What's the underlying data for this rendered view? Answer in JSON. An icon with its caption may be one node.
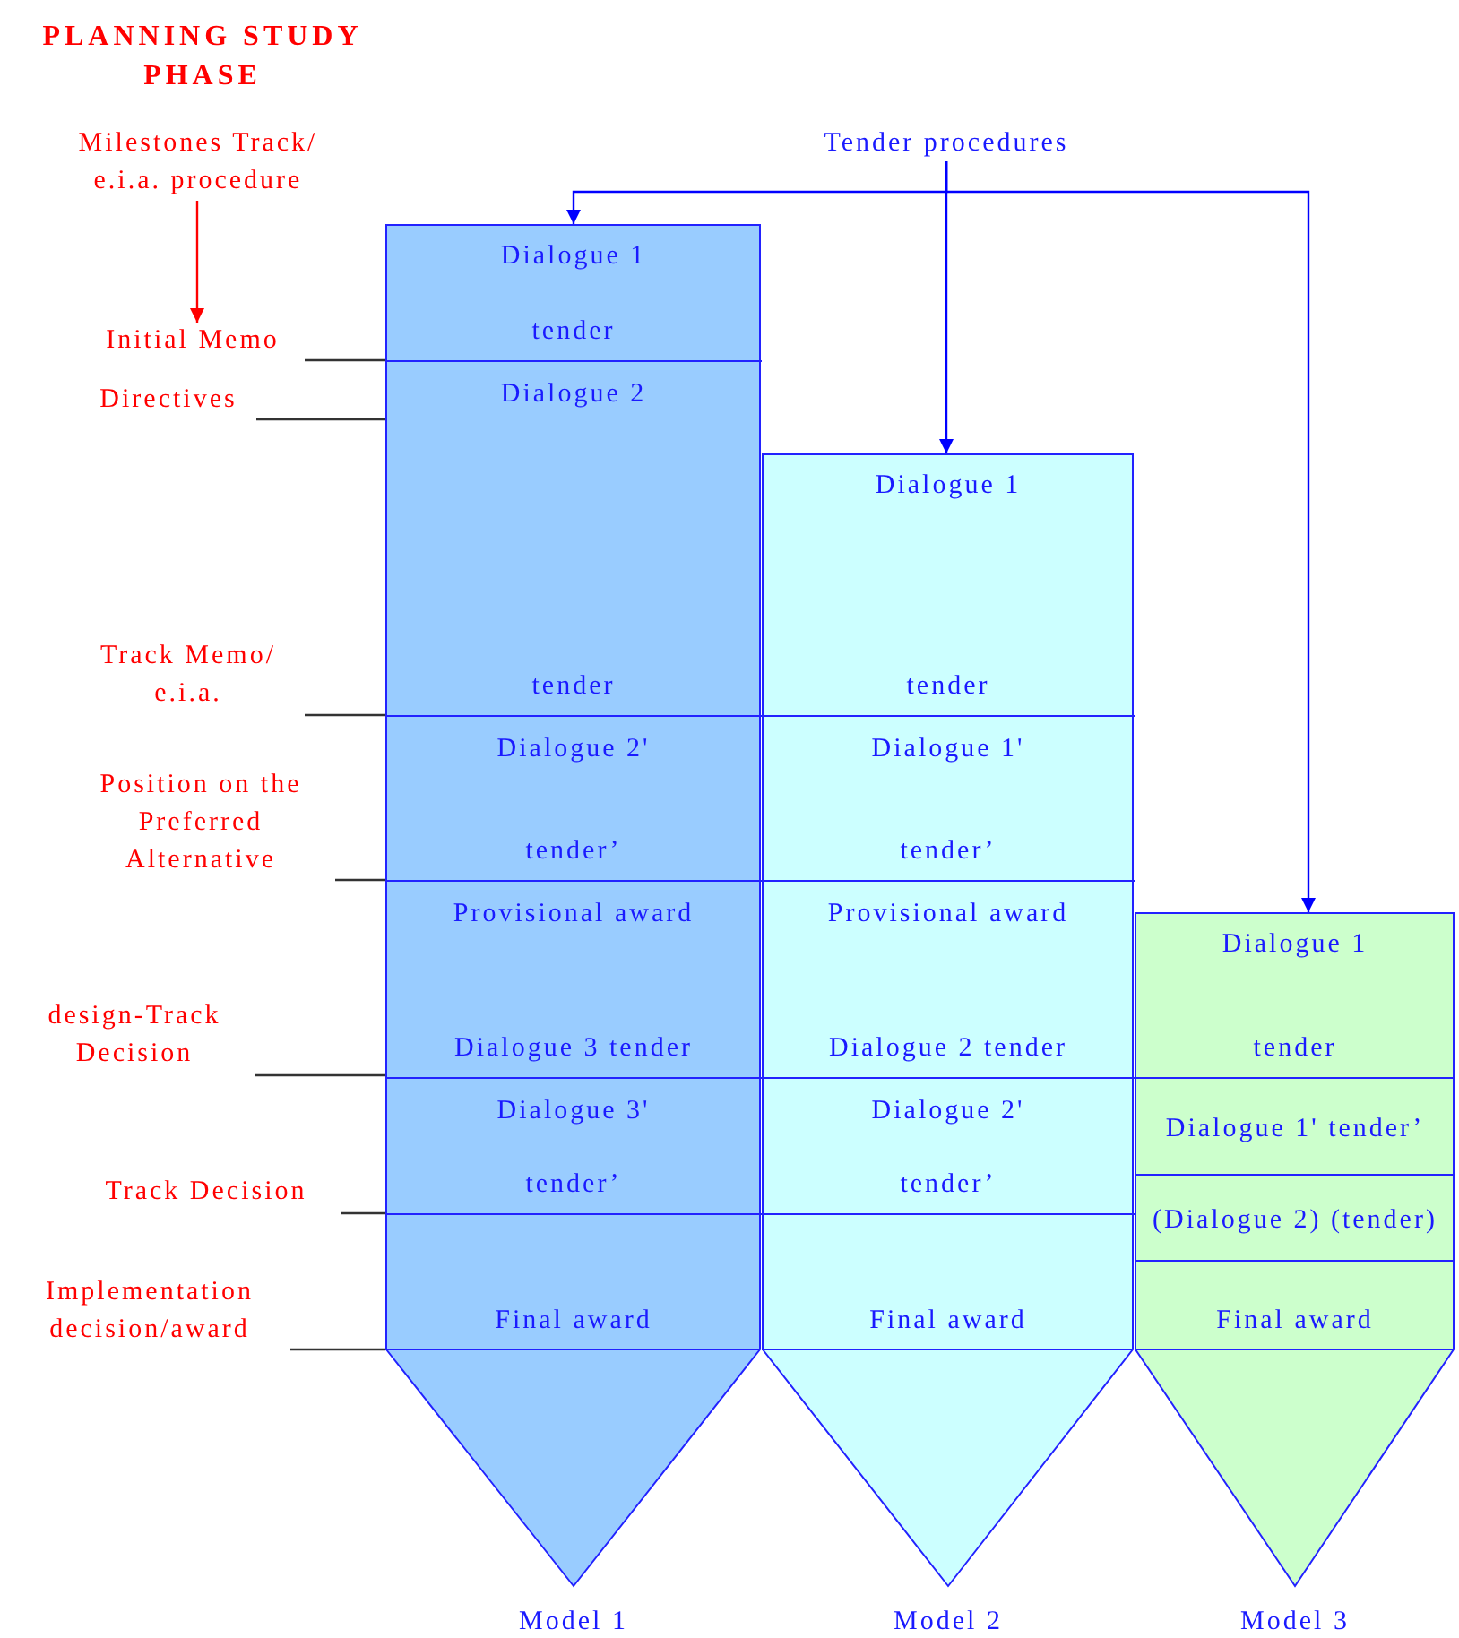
{
  "diagram": {
    "title": "PLANNING STUDY PHASE",
    "nodes": [
      {
        "text": [
          "Milestones Track/ e.i.a. procedure"
        ]
      },
      {
        "text": [
          "Initial Memo"
        ]
      },
      {
        "text": [
          "Directives"
        ]
      },
      {
        "text": [
          "Track Memo/ e.i.a."
        ]
      },
      {
        "text": [
          "Position on the Preferred Alternative"
        ]
      },
      {
        "text": [
          "design-Track Decision"
        ]
      },
      {
        "text": [
          "Track Decision"
        ]
      },
      {
        "text": [
          "Implementation decision/award"
        ]
      },
      {
        "text": [
          "Tender procedures"
        ]
      },
      {
        "text": [
          "Model 1"
        ]
      },
      {
        "text": [
          "Dialogue 1",
          "tender"
        ],
        "in": 9
      },
      {
        "text": [
          "Dialogue 2",
          "tender"
        ],
        "in": 9
      },
      {
        "text": [
          "Dialogue 2'",
          "tender’"
        ],
        "in": 9
      },
      {
        "text": [
          "Provisional award",
          "Dialogue 3 tender"
        ],
        "in": 9
      },
      {
        "text": [
          "Dialogue 3'",
          "tender’"
        ],
        "in": 9
      },
      {
        "text": [
          "Final award"
        ],
        "in": 9
      },
      {
        "text": [
          "Model 2"
        ]
      },
      {
        "text": [
          "Dialogue 1",
          "tender"
        ],
        "in": 16
      },
      {
        "text": [
          "Dialogue 1'",
          "tender’"
        ],
        "in": 16
      },
      {
        "text": [
          "Provisional award",
          "Dialogue 2 tender"
        ],
        "in": 16
      },
      {
        "text": [
          "Dialogue 2'",
          "tender’"
        ],
        "in": 16
      },
      {
        "text": [
          "Final award"
        ],
        "in": 16
      },
      {
        "text": [
          "Model 3"
        ]
      },
      {
        "text": [
          "Dialogue 1",
          "tender"
        ],
        "in": 22
      },
      {
        "text": [
          "Dialogue 1' tender’"
        ],
        "in": 22
      },
      {
        "text": [
          "(Dialogue 2) (tender)"
        ],
        "in": 22
      },
      {
        "text": [
          "Final award"
        ],
        "in": 22
      }
    ],
    "edges": [
      {
        "from": 0,
        "to": 1,
        "arrow": "to",
        "color": "#ff0000"
      },
      {
        "from": 1,
        "to": 11,
        "arrow": "none"
      },
      {
        "from": 2,
        "to": 11,
        "arrow": "none"
      },
      {
        "from": 3,
        "to": 12,
        "arrow": "none"
      },
      {
        "from": 4,
        "to": 13,
        "arrow": "none"
      },
      {
        "from": 5,
        "to": 14,
        "arrow": "none"
      },
      {
        "from": 6,
        "to": 15,
        "arrow": "none"
      },
      {
        "from": 7,
        "to": 15,
        "arrow": "none"
      },
      {
        "from": 8,
        "to": 10,
        "arrow": "to",
        "color": "#0000ff"
      },
      {
        "from": 8,
        "to": 17,
        "arrow": "to",
        "color": "#0000ff"
      },
      {
        "from": 8,
        "to": 23,
        "arrow": "to",
        "color": "#0000ff"
      }
    ]
  }
}
